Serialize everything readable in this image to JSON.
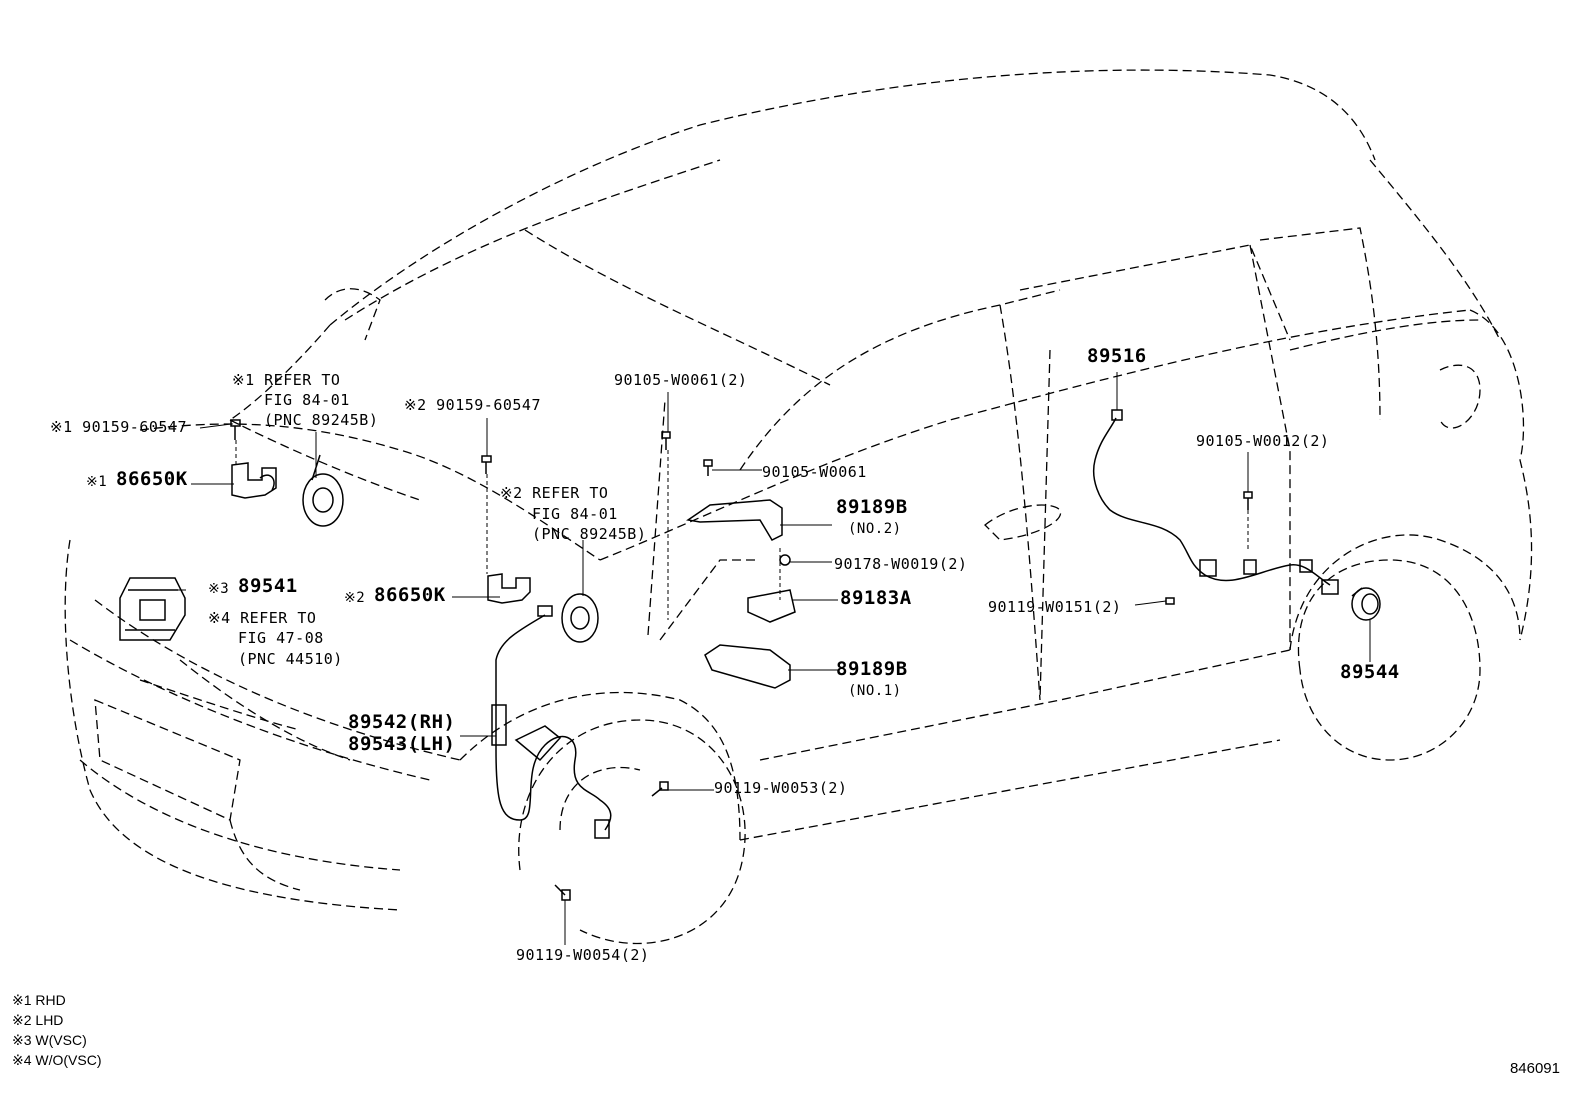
{
  "labels": {
    "ref1_line1": "※1 REFER TO",
    "ref1_line2": "FIG 84-01",
    "ref1_line3": "(PNC 89245B)",
    "p90159_rhd": "※1 90159-60547",
    "p86650k_rhd": "86650K",
    "p86650k_rhd_mark": "※1",
    "p89541_mark": "※3",
    "p89541": "89541",
    "ref4_line1": "※4 REFER TO",
    "ref4_line2": "FIG 47-08",
    "ref4_line3": "(PNC 44510)",
    "p90159_lhd": "※2 90159-60547",
    "ref2_line1": "※2 REFER TO",
    "ref2_line2": "FIG 84-01",
    "ref2_line3": "(PNC 89245B)",
    "p86650k_lhd_mark": "※2",
    "p86650k_lhd": "86650K",
    "p89542": "89542(RH)",
    "p89543": "89543(LH)",
    "p90105_w0061_2": "90105-W0061(2)",
    "p90105_w0061": "90105-W0061",
    "p89189b_no2": "89189B",
    "p89189b_no2_sub": "(NO.2)",
    "p90178": "90178-W0019(2)",
    "p89183a": "89183A",
    "p89189b_no1": "89189B",
    "p89189b_no1_sub": "(NO.1)",
    "p90119_w0053": "90119-W0053(2)",
    "p90119_w0054": "90119-W0054(2)",
    "p89516": "89516",
    "p90105_w0012": "90105-W0012(2)",
    "p90119_w0151": "90119-W0151(2)",
    "p89544": "89544"
  },
  "legend": [
    "※1 RHD",
    "※2 LHD",
    "※3 W(VSC)",
    "※4 W/O(VSC)"
  ],
  "figure_number": "846091"
}
